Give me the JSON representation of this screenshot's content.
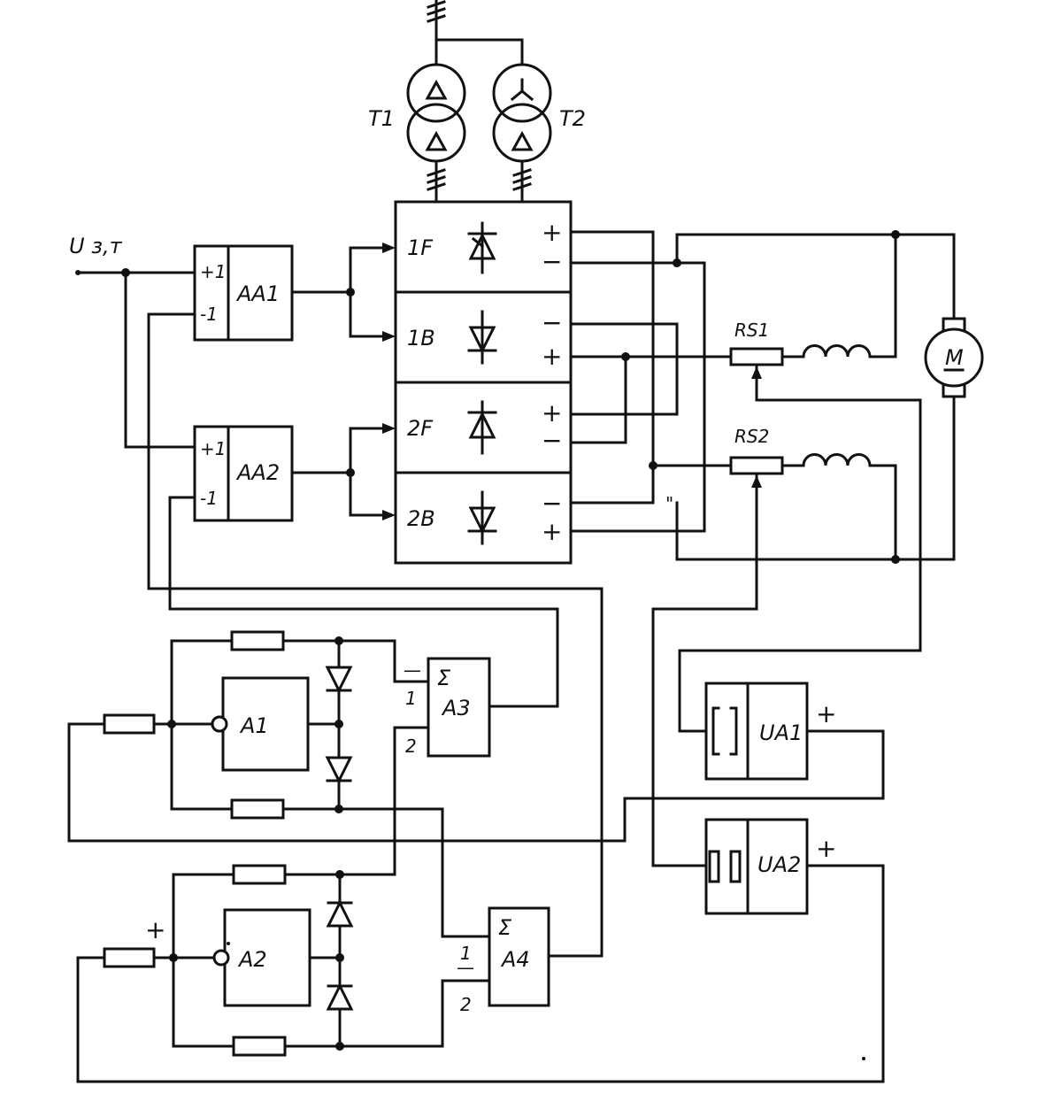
{
  "input_label": "U з,т",
  "transformers": [
    {
      "label": "T1"
    },
    {
      "label": "T2"
    }
  ],
  "rectifiers": [
    {
      "label": "1F",
      "top_sign": "+",
      "bottom_sign": "−"
    },
    {
      "label": "1B",
      "top_sign": "−",
      "bottom_sign": "+"
    },
    {
      "label": "2F",
      "top_sign": "+",
      "bottom_sign": "−"
    },
    {
      "label": "2B",
      "top_sign": "−",
      "bottom_sign": "+"
    }
  ],
  "amplifiers": [
    {
      "label": "AA1",
      "in_plus": "+1",
      "in_minus": "-1"
    },
    {
      "label": "AA2",
      "in_plus": "+1",
      "in_minus": "-1"
    }
  ],
  "shunts": [
    {
      "label": "RS1"
    },
    {
      "label": "RS2"
    }
  ],
  "motor": {
    "label": "M"
  },
  "limiters": [
    {
      "label": "A1"
    },
    {
      "label": "A2"
    }
  ],
  "summers": [
    {
      "symbol": "Σ",
      "label": "A3",
      "in1": "1",
      "in2": "2",
      "sign": "—"
    },
    {
      "symbol": "Σ",
      "label": "A4",
      "in1": "1",
      "in2": "2",
      "sign": "—"
    }
  ],
  "sensors": [
    {
      "label": "UA1",
      "sign": "+"
    },
    {
      "label": "UA2",
      "sign": "+"
    }
  ],
  "a2_input_sign": "+"
}
